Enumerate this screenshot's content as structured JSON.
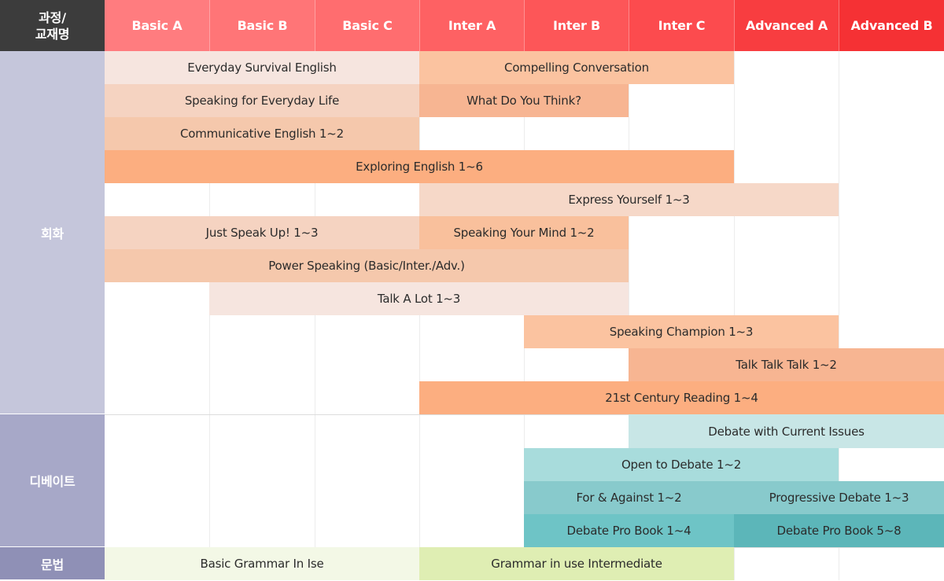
{
  "corner": {
    "line1": "과정/",
    "line2": "교재명"
  },
  "levels": [
    "Basic A",
    "Basic B",
    "Basic C",
    "Inter A",
    "Inter B",
    "Inter C",
    "Advanced A",
    "Advanced B"
  ],
  "categories": {
    "conversation": "회화",
    "debate": "디베이트",
    "grammar": "문법"
  },
  "courses": {
    "everyday_survival": "Everyday Survival English",
    "compelling_conversation": "Compelling Conversation",
    "speaking_everyday_life": "Speaking for Everyday Life",
    "what_do_you_think": "What Do You Think?",
    "communicative_english": "Communicative English 1~2",
    "exploring_english": "Exploring English 1~6",
    "express_yourself": "Express Yourself 1~3",
    "just_speak_up": "Just Speak Up! 1~3",
    "speaking_your_mind": "Speaking Your Mind 1~2",
    "power_speaking": "Power Speaking (Basic/Inter./Adv.)",
    "talk_a_lot": "Talk A Lot 1~3",
    "speaking_champion": "Speaking Champion 1~3",
    "talk_talk_talk": "Talk Talk Talk 1~2",
    "century_reading": "21st Century Reading 1~4",
    "debate_current_issues": "Debate with Current Issues",
    "open_to_debate": "Open to Debate 1~2",
    "for_and_against": "For & Against 1~2",
    "progressive_debate": "Progressive Debate 1~3",
    "debate_pro_1_4": "Debate Pro Book 1~4",
    "debate_pro_5_8": "Debate Pro Book 5~8",
    "basic_grammar": "Basic Grammar In Ise",
    "grammar_intermediate": "Grammar in use Intermediate"
  }
}
